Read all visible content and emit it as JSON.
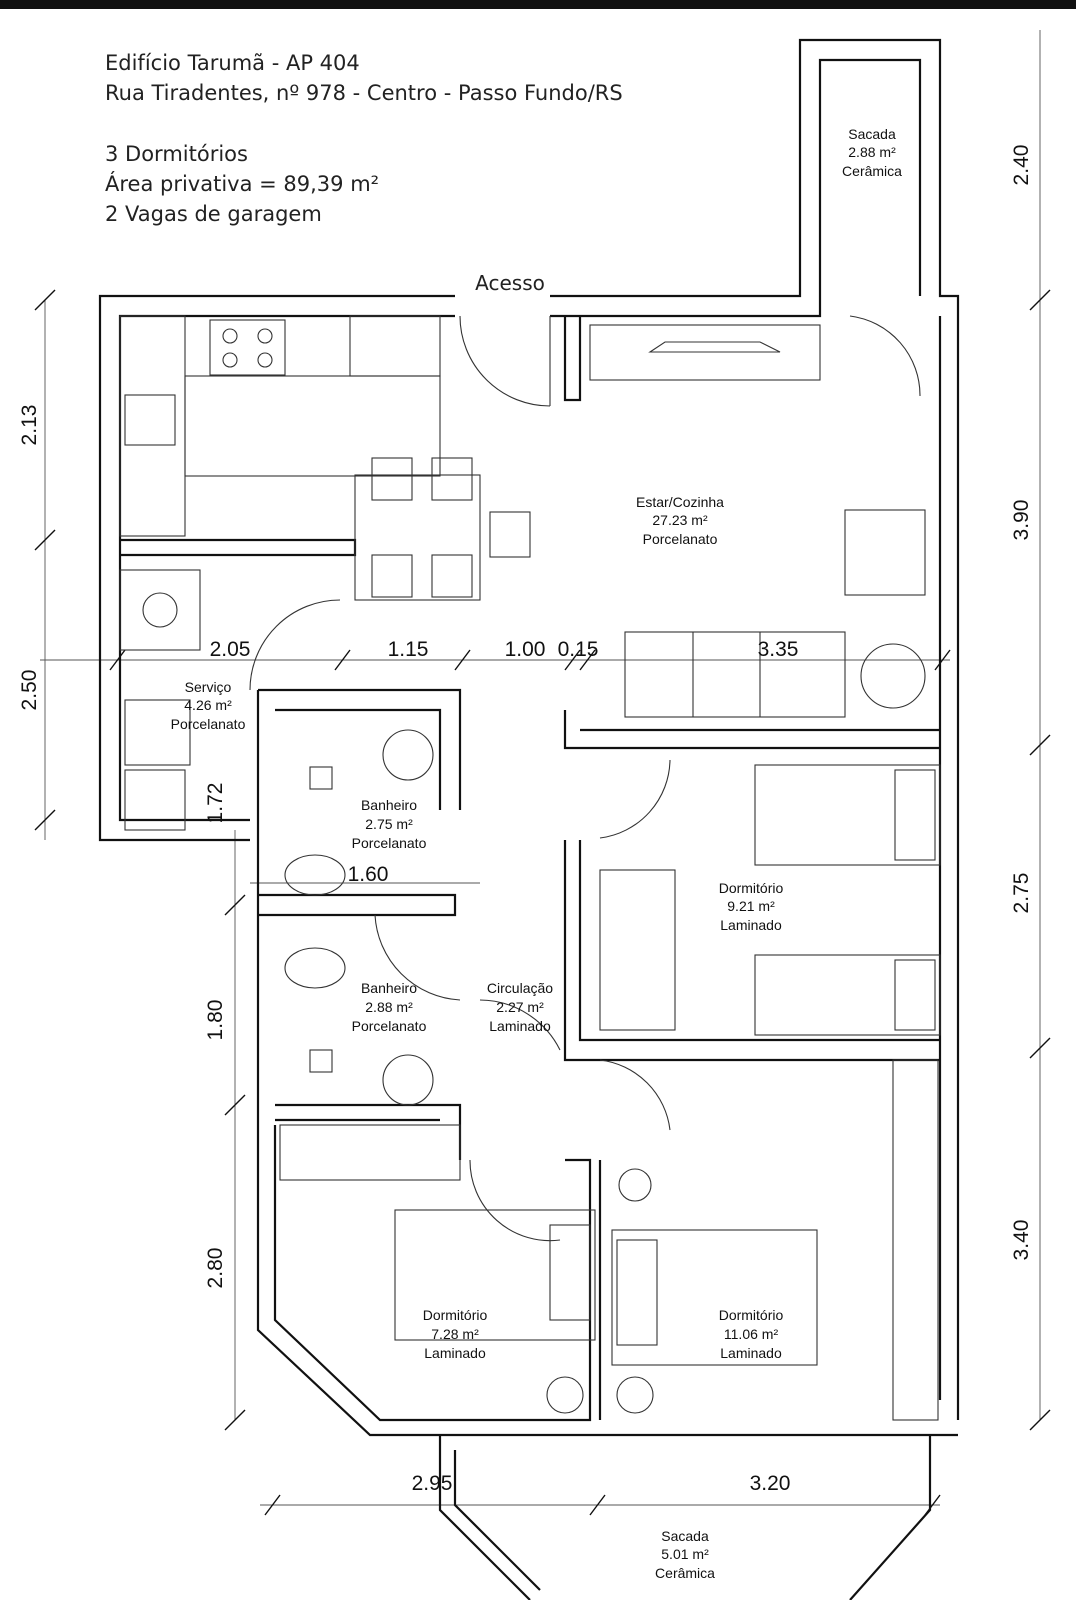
{
  "header": {
    "line1": "Edifício Tarumã - AP 404",
    "line2": "Rua Tiradentes, nº 978 - Centro - Passo Fundo/RS",
    "line3": "3 Dormitórios",
    "line4": "Área privativa = 89,39 m²",
    "line5": "2 Vagas de garagem"
  },
  "access_label": "Acesso",
  "rooms": {
    "sacada_top": {
      "name": "Sacada",
      "area": "2.88 m²",
      "floor": "Cerâmica"
    },
    "estar": {
      "name": "Estar/Cozinha",
      "area": "27.23 m²",
      "floor": "Porcelanato"
    },
    "servico": {
      "name": "Serviço",
      "area": "4.26 m²",
      "floor": "Porcelanato"
    },
    "banheiro1": {
      "name": "Banheiro",
      "area": "2.75 m²",
      "floor": "Porcelanato"
    },
    "banheiro2": {
      "name": "Banheiro",
      "area": "2.88 m²",
      "floor": "Porcelanato"
    },
    "circulacao": {
      "name": "Circulação",
      "area": "2.27 m²",
      "floor": "Laminado"
    },
    "dorm1": {
      "name": "Dormitório",
      "area": "9.21 m²",
      "floor": "Laminado"
    },
    "dorm2": {
      "name": "Dormitório",
      "area": "7.28 m²",
      "floor": "Laminado"
    },
    "dorm3": {
      "name": "Dormitório",
      "area": "11.06 m²",
      "floor": "Laminado"
    },
    "sacada_bottom": {
      "name": "Sacada",
      "area": "5.01 m²",
      "floor": "Cerâmica"
    }
  },
  "dimensions": {
    "right": [
      "2.40",
      "3.90",
      "2.75",
      "3.40"
    ],
    "left": [
      "2.13",
      "2.50"
    ],
    "inner_vertical": [
      "1.72",
      "1.80",
      "2.80"
    ],
    "row": [
      "2.05",
      "1.15",
      "1.00",
      "0.15",
      "3.35"
    ],
    "bath_width": "1.60",
    "bottom": [
      "2.95",
      "3.20"
    ]
  }
}
